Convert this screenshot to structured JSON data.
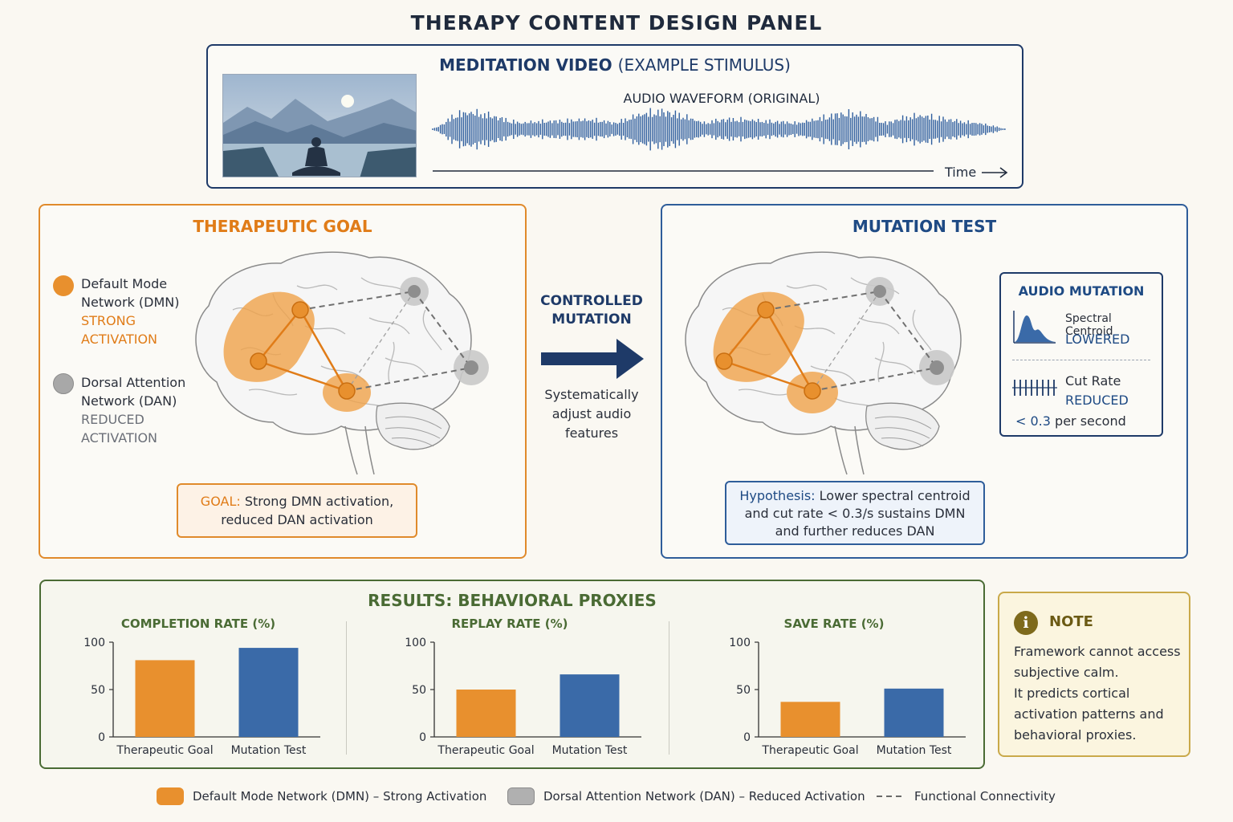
{
  "title": "THERAPY CONTENT DESIGN PANEL",
  "video": {
    "title": "MEDITATION VIDEO",
    "subtitle": "(EXAMPLE STIMULUS)",
    "waveform_label": "AUDIO WAVEFORM (ORIGINAL)",
    "time_label": "Time"
  },
  "goal": {
    "title": "THERAPEUTIC GOAL",
    "dmn_line1": "Default Mode",
    "dmn_line2": "Network (DMN)",
    "dmn_status1": "STRONG",
    "dmn_status2": "ACTIVATION",
    "dan_line1": "Dorsal Attention",
    "dan_line2": "Network (DAN)",
    "dan_status1": "REDUCED",
    "dan_status2": "ACTIVATION",
    "box_prefix": "GOAL:",
    "box_text1": "Strong DMN activation,",
    "box_text2": "reduced DAN activation"
  },
  "transition": {
    "label1": "CONTROLLED",
    "label2": "MUTATION",
    "desc1": "Systematically",
    "desc2": "adjust audio",
    "desc3": "features"
  },
  "mutation": {
    "title": "MUTATION TEST",
    "audio_title": "AUDIO MUTATION",
    "centroid_label": "Spectral Centroid",
    "centroid_status": "LOWERED",
    "cut_label": "Cut Rate",
    "cut_status": "REDUCED",
    "cut_value": "< 0.3",
    "cut_unit": "per second",
    "hyp_prefix": "Hypothesis:",
    "hyp_text1": "Lower spectral centroid",
    "hyp_text2": "and cut rate < 0.3/s sustains DMN",
    "hyp_text3": "and further reduces DAN"
  },
  "results": {
    "title": "RESULTS: BEHAVIORAL PROXIES"
  },
  "chart_data": [
    {
      "type": "bar",
      "title": "COMPLETION RATE (%)",
      "categories": [
        "Therapeutic Goal",
        "Mutation Test"
      ],
      "values": [
        81,
        94
      ],
      "ylim": [
        0,
        100
      ],
      "yticks": [
        "0",
        "50",
        "100"
      ],
      "colors": [
        "#e8902e",
        "#3a6aa8"
      ]
    },
    {
      "type": "bar",
      "title": "REPLAY RATE (%)",
      "categories": [
        "Therapeutic Goal",
        "Mutation Test"
      ],
      "values": [
        50,
        66
      ],
      "ylim": [
        0,
        100
      ],
      "yticks": [
        "0",
        "50",
        "100"
      ],
      "colors": [
        "#e8902e",
        "#3a6aa8"
      ]
    },
    {
      "type": "bar",
      "title": "SAVE RATE (%)",
      "categories": [
        "Therapeutic Goal",
        "Mutation Test"
      ],
      "values": [
        37,
        51
      ],
      "ylim": [
        0,
        100
      ],
      "yticks": [
        "0",
        "50",
        "100"
      ],
      "colors": [
        "#e8902e",
        "#3a6aa8"
      ]
    }
  ],
  "note": {
    "title": "NOTE",
    "icon": "info-icon",
    "line1": "Framework cannot access",
    "line2": "subjective calm.",
    "line3": "It predicts cortical",
    "line4": "activation patterns and",
    "line5": "behavioral proxies."
  },
  "legend": {
    "dmn": "Default Mode Network (DMN) – Strong Activation",
    "dan": "Dorsal Attention Network (DAN) – Reduced Activation",
    "conn": "Functional Connectivity"
  },
  "colors": {
    "orange": "#e8902e",
    "blue": "#1e3a68",
    "gray": "#a8a8a8",
    "green": "#4a6b34"
  }
}
